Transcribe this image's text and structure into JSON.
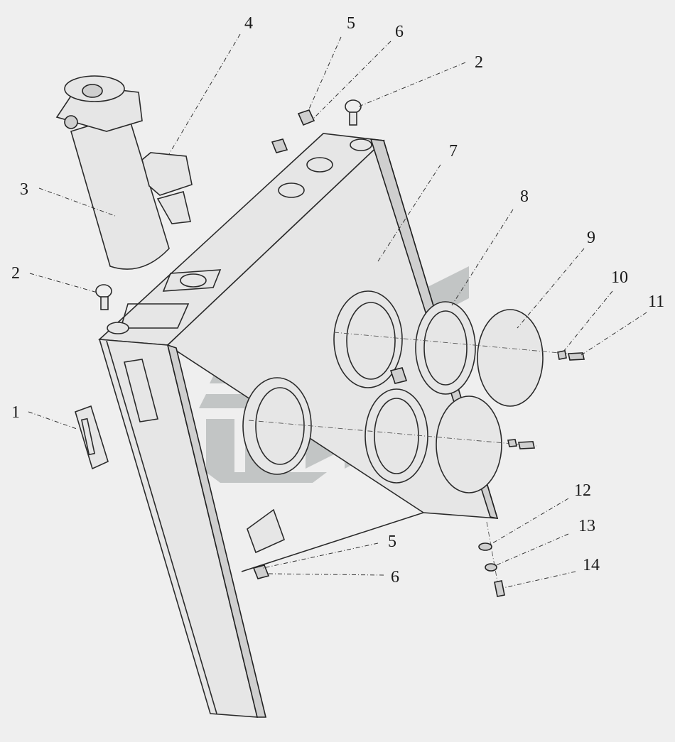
{
  "watermark_color": "#9fa3a3",
  "line_color": "#2a2a2a",
  "background_color": "#efefef",
  "callouts": [
    {
      "id": "c1",
      "label": "1"
    },
    {
      "id": "c2a",
      "label": "2"
    },
    {
      "id": "c2b",
      "label": "2"
    },
    {
      "id": "c3",
      "label": "3"
    },
    {
      "id": "c4",
      "label": "4"
    },
    {
      "id": "c5a",
      "label": "5"
    },
    {
      "id": "c5b",
      "label": "5"
    },
    {
      "id": "c6a",
      "label": "6"
    },
    {
      "id": "c6b",
      "label": "6"
    },
    {
      "id": "c7",
      "label": "7"
    },
    {
      "id": "c8",
      "label": "8"
    },
    {
      "id": "c9",
      "label": "9"
    },
    {
      "id": "c10",
      "label": "10"
    },
    {
      "id": "c11",
      "label": "11"
    },
    {
      "id": "c12",
      "label": "12"
    },
    {
      "id": "c13",
      "label": "13"
    },
    {
      "id": "c14",
      "label": "14"
    }
  ]
}
